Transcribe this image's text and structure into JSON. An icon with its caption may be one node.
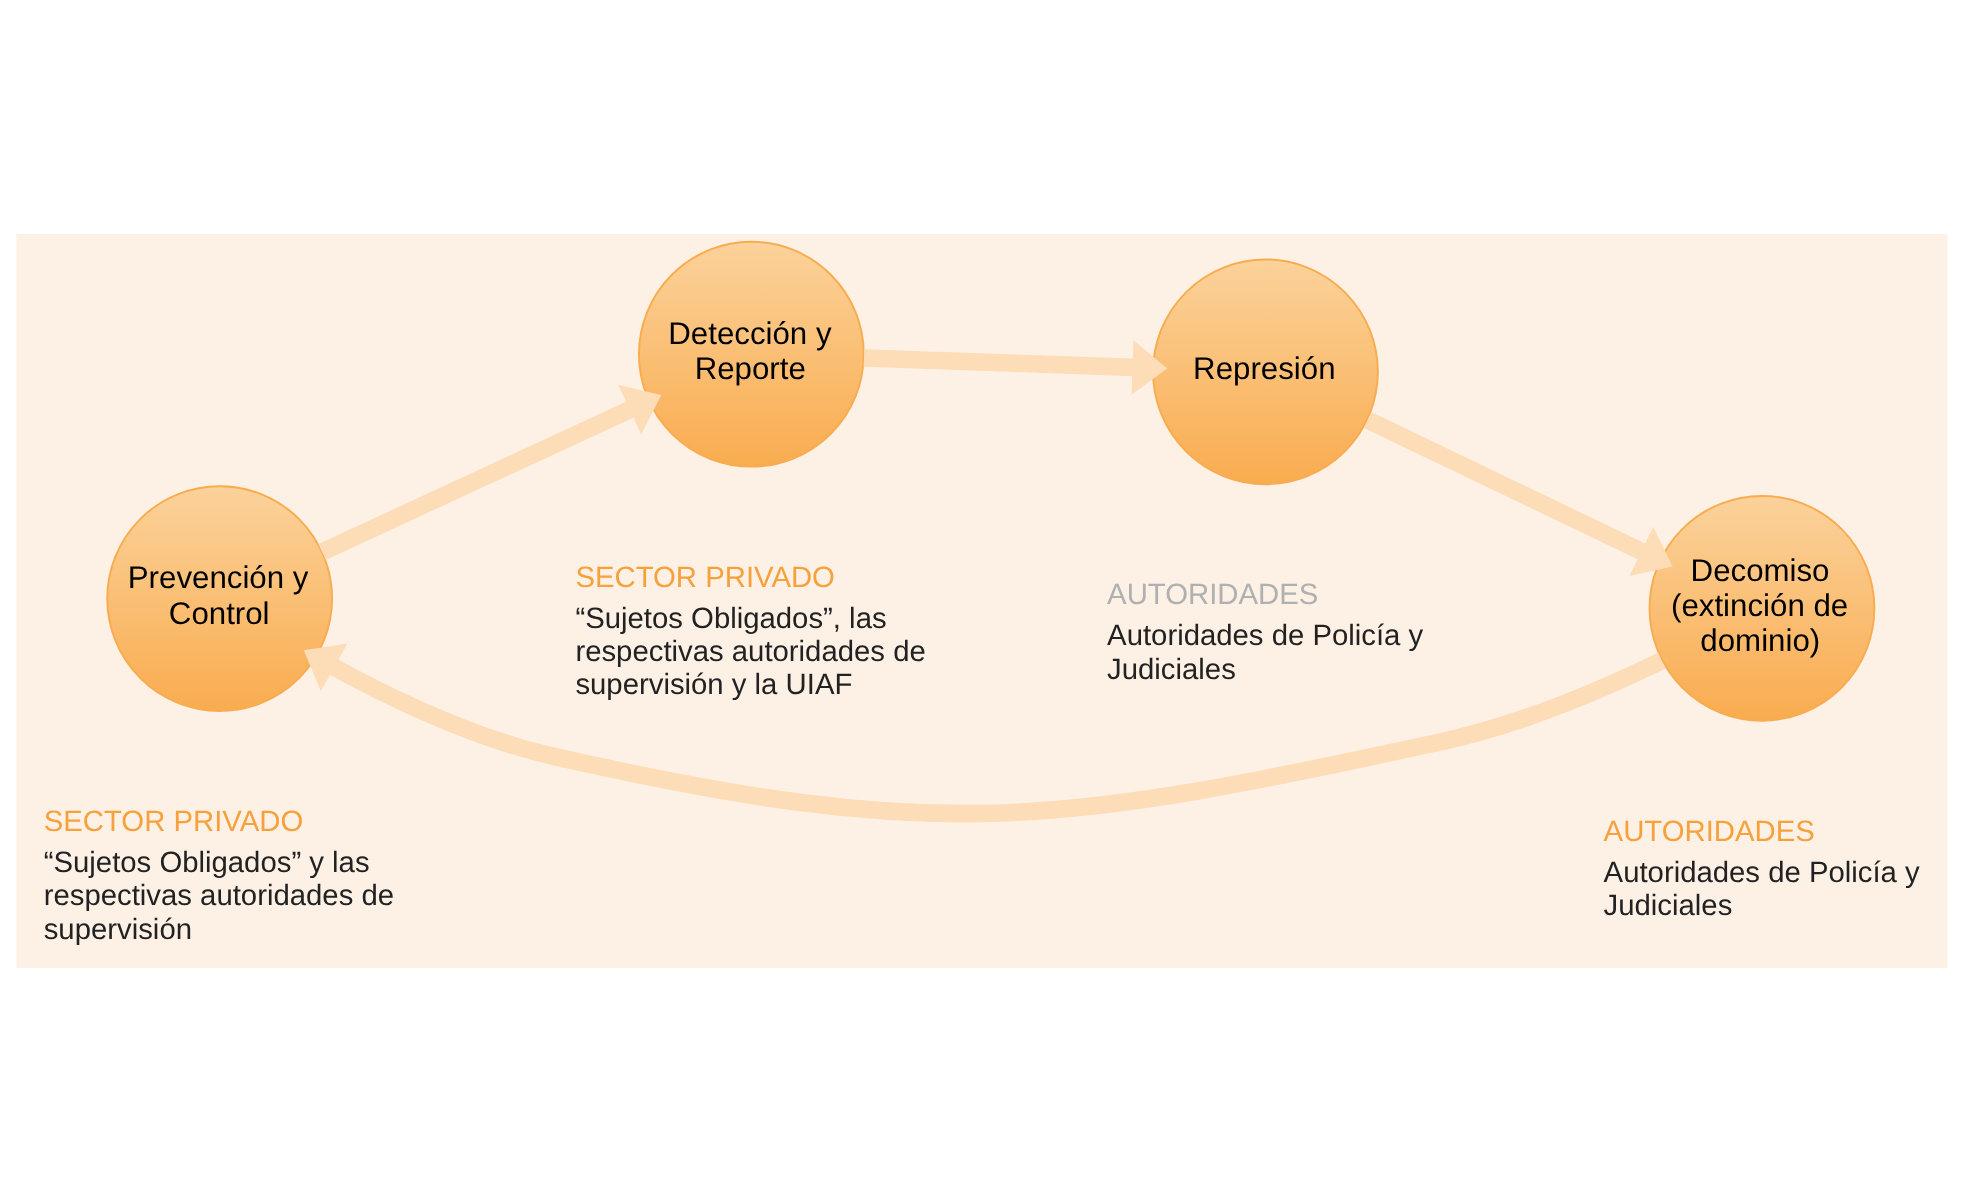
{
  "diagram": {
    "nodes": [
      {
        "text": [
          "Prevención y Control"
        ],
        "beside": [
          "SECTOR PRIVADO",
          "“Sujetos Obligados” y las respectivas autoridades de supervisión"
        ]
      },
      {
        "text": [
          "Detección y Reporte"
        ],
        "beside": [
          "SECTOR PRIVADO",
          "“Sujetos Obligados”, las respectivas autoridades de supervisión y la UIAF"
        ]
      },
      {
        "text": [
          "Represión"
        ],
        "beside": [
          "AUTORIDADES",
          "Autoridades de Policía y Judiciales"
        ]
      },
      {
        "text": [
          "Decomiso (extinción de dominio)"
        ],
        "beside": [
          "AUTORIDADES",
          "Autoridades de Policía y Judiciales"
        ]
      }
    ],
    "edges": [
      {
        "from": 0,
        "to": 1,
        "arrow": "to"
      },
      {
        "from": 1,
        "to": 2,
        "arrow": "to"
      },
      {
        "from": 2,
        "to": 3,
        "arrow": "to"
      },
      {
        "from": 3,
        "to": 0,
        "arrow": "to"
      }
    ]
  }
}
